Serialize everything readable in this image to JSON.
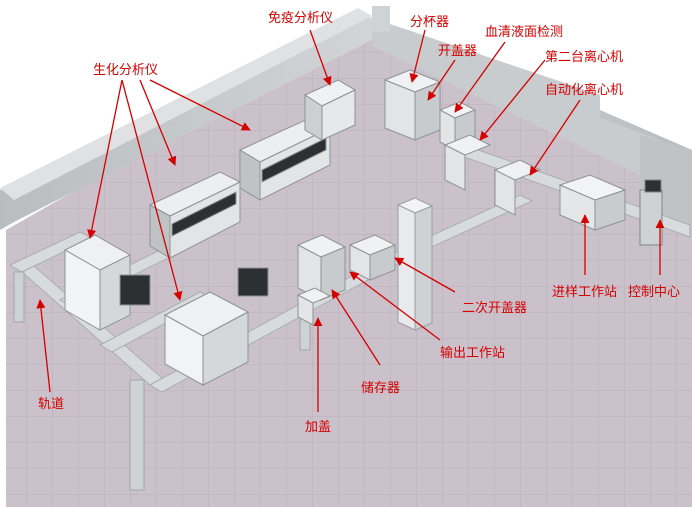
{
  "labels": {
    "immuno_analyzer": "免疫分析仪",
    "biochem_analyzer": "生化分析仪",
    "aliquoter": "分杯器",
    "decapper": "开盖器",
    "serum_level_detection": "血清液面检测",
    "second_centrifuge": "第二台离心机",
    "auto_centrifuge": "自动化离心机",
    "input_station": "进样工作站",
    "control_center": "控制中心",
    "secondary_decapper": "二次开盖器",
    "output_station": "输出工作站",
    "storage": "储存器",
    "recapper": "加盖",
    "track": "轨道"
  },
  "colors": {
    "label_red": "#d40000",
    "floor": "#c9bfc9",
    "wall": "#c4c7c9",
    "machine": "#e4e6e8",
    "track": "#d6d9db"
  }
}
